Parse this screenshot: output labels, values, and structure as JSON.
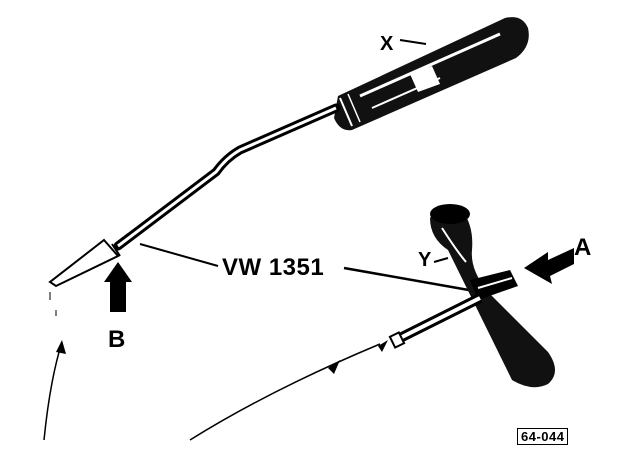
{
  "labels": {
    "x": "X",
    "tool": "VW 1351",
    "y": "Y",
    "a": "A",
    "b": "B",
    "figure_ref": "64-044"
  }
}
